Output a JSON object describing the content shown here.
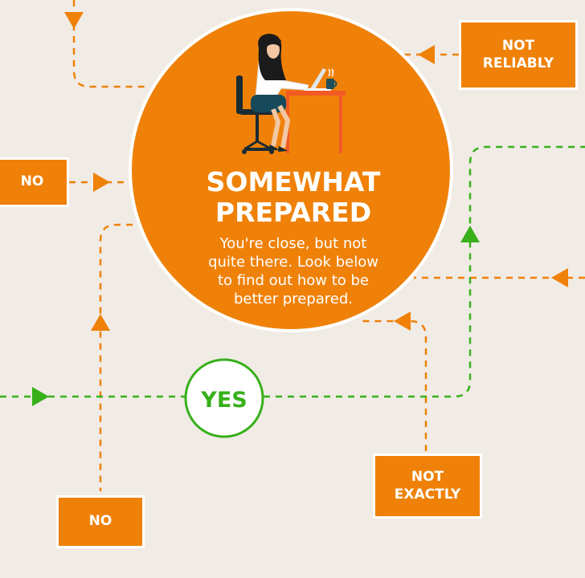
{
  "center": {
    "title_line1": "SOMEWHAT",
    "title_line2": "PREPARED",
    "body_lines": [
      "You're close, but not",
      "quite there. Look below",
      "to find out how to be",
      "better prepared."
    ]
  },
  "boxes": {
    "not_reliably": {
      "line1": "NOT",
      "line2": "RELIABLY"
    },
    "no_left": "NO",
    "no_bottom": "NO",
    "not_exactly": {
      "line1": "NOT",
      "line2": "EXACTLY"
    }
  },
  "yes_label": "YES",
  "colors": {
    "background": "#f1ebe5",
    "orange": "#ef8108",
    "green": "#37b01a",
    "white": "#ffffff"
  },
  "illustration": "woman-at-desk-with-laptop-icon"
}
